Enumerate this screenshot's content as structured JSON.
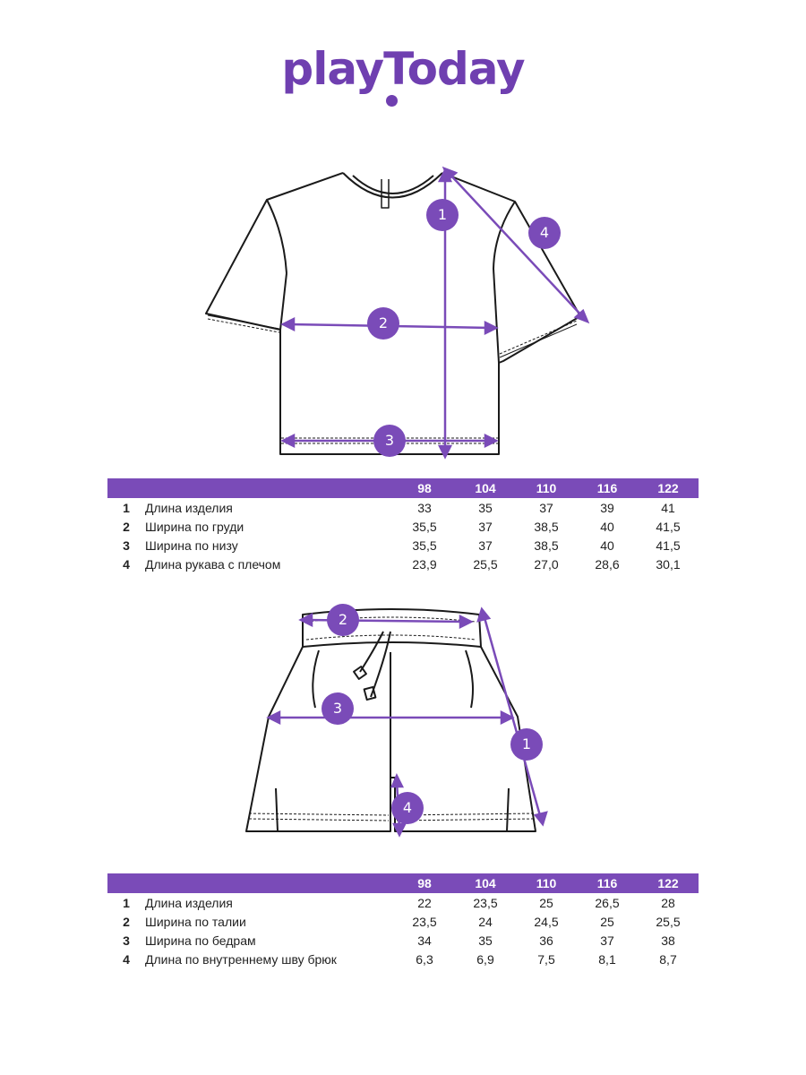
{
  "logo": {
    "text": "playToday",
    "color": "#6f3fb0"
  },
  "accent": "#7a4bb8",
  "shirt": {
    "badges": [
      "1",
      "2",
      "3",
      "4"
    ],
    "table": {
      "sizes": [
        "98",
        "104",
        "110",
        "116",
        "122"
      ],
      "rows": [
        {
          "num": "1",
          "label": "Длина изделия",
          "values": [
            "33",
            "35",
            "37",
            "39",
            "41"
          ]
        },
        {
          "num": "2",
          "label": "Ширина по груди",
          "values": [
            "35,5",
            "37",
            "38,5",
            "40",
            "41,5"
          ]
        },
        {
          "num": "3",
          "label": "Ширина по низу",
          "values": [
            "35,5",
            "37",
            "38,5",
            "40",
            "41,5"
          ]
        },
        {
          "num": "4",
          "label": "Длина рукава с плечом",
          "values": [
            "23,9",
            "25,5",
            "27,0",
            "28,6",
            "30,1"
          ]
        }
      ]
    }
  },
  "shorts": {
    "badges": [
      "1",
      "2",
      "3",
      "4"
    ],
    "table": {
      "sizes": [
        "98",
        "104",
        "110",
        "116",
        "122"
      ],
      "rows": [
        {
          "num": "1",
          "label": "Длина изделия",
          "values": [
            "22",
            "23,5",
            "25",
            "26,5",
            "28"
          ]
        },
        {
          "num": "2",
          "label": "Ширина по талии",
          "values": [
            "23,5",
            "24",
            "24,5",
            "25",
            "25,5"
          ]
        },
        {
          "num": "3",
          "label": "Ширина по бедрам",
          "values": [
            "34",
            "35",
            "36",
            "37",
            "38"
          ]
        },
        {
          "num": "4",
          "label": "Длина по внутреннему шву брюк",
          "values": [
            "6,3",
            "6,9",
            "7,5",
            "8,1",
            "8,7"
          ]
        }
      ]
    }
  }
}
